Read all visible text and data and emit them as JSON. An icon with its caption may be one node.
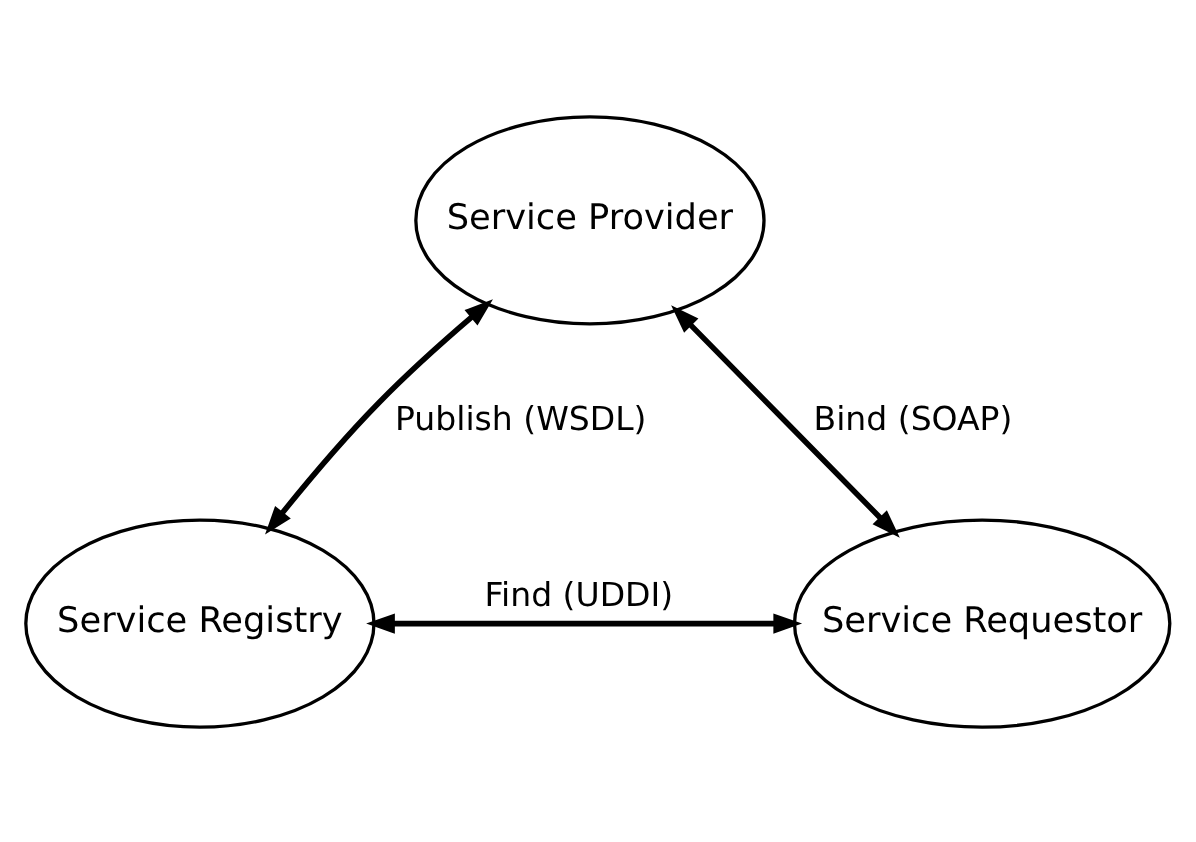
{
  "diagram": {
    "nodes": [
      {
        "text": [
          "Service Provider"
        ]
      },
      {
        "text": [
          "Service Registry"
        ]
      },
      {
        "text": [
          "Service Requestor"
        ]
      }
    ],
    "edges": [
      {
        "from": 1,
        "to": 0,
        "arrow": "both",
        "label": "Publish (WSDL)"
      },
      {
        "from": 0,
        "to": 2,
        "arrow": "both",
        "label": "Bind (SOAP)"
      },
      {
        "from": 1,
        "to": 2,
        "arrow": "both",
        "label": "Find (UDDI)"
      }
    ]
  }
}
